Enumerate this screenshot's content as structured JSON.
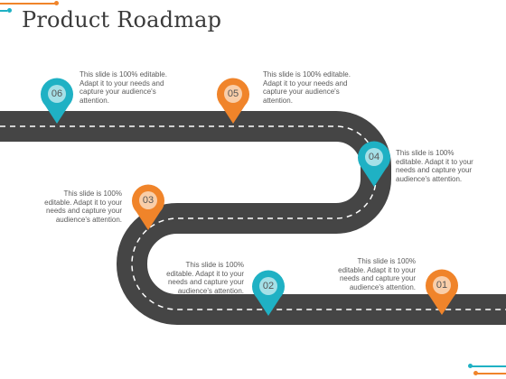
{
  "title": "Product Roadmap",
  "colors": {
    "teal": "#1fb1c4",
    "orange": "#f0842a",
    "road": "#454545",
    "dash": "#ffffff"
  },
  "milestones": [
    {
      "label": "01",
      "color": "orange",
      "text": "This slide is 100% editable. Adapt it to your needs and capture your audience's attention."
    },
    {
      "label": "02",
      "color": "teal",
      "text": "This slide is 100% editable. Adapt it to your needs and capture your audience's attention."
    },
    {
      "label": "03",
      "color": "orange",
      "text": "This slide is 100% editable. Adapt it to your needs and capture your audience's attention."
    },
    {
      "label": "04",
      "color": "teal",
      "text": "This slide is 100% editable. Adapt it to your needs and capture your audience's attention."
    },
    {
      "label": "05",
      "color": "orange",
      "text": "This slide is 100% editable. Adapt it to your needs and capture your audience's attention."
    },
    {
      "label": "06",
      "color": "teal",
      "text": "This slide is 100% editable. Adapt it to your needs and capture your audience's attention."
    }
  ]
}
